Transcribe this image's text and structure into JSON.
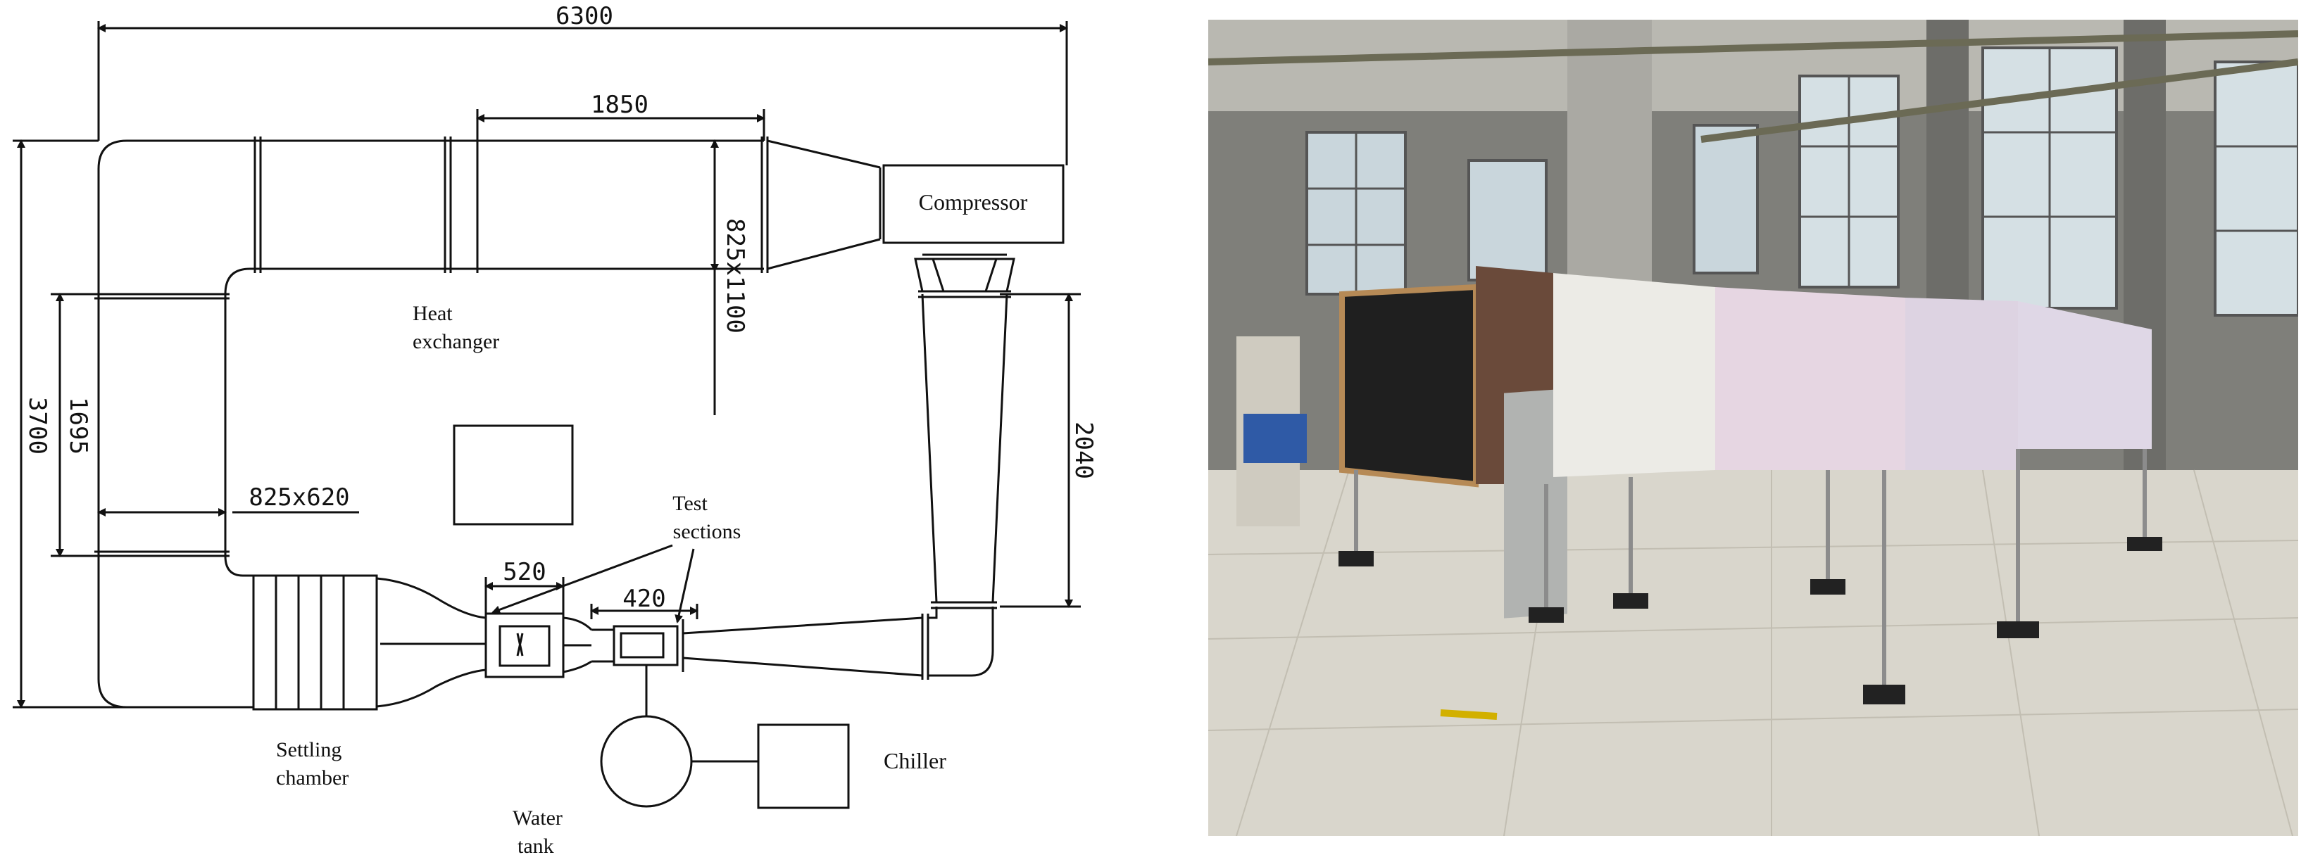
{
  "dimensions": {
    "overall_width": "6300",
    "heat_exchanger_length": "1850",
    "heat_exchanger_section": "825x1100",
    "overall_height": "3700",
    "left_duct_length": "1695",
    "left_duct_section": "825x620",
    "right_duct_length": "2040",
    "test_section_1": "520",
    "test_section_2": "420"
  },
  "labels": {
    "compressor": "Compressor",
    "heat_exchanger_line1": "Heat",
    "heat_exchanger_line2": "exchanger",
    "test_sections_line1": "Test",
    "test_sections_line2": "sections",
    "settling_chamber_line1": "Settling",
    "settling_chamber_line2": "chamber",
    "water_tank_line1": "Water",
    "water_tank_line2": "tank",
    "chiller": "Chiller"
  },
  "colors": {
    "line": "#111111",
    "floor": "#d9d6cc",
    "wall": "#9a9a94",
    "panel_pink": "#e6d6e2",
    "panel_white": "#ecebe6",
    "window_glass": "#c9d6dc"
  }
}
